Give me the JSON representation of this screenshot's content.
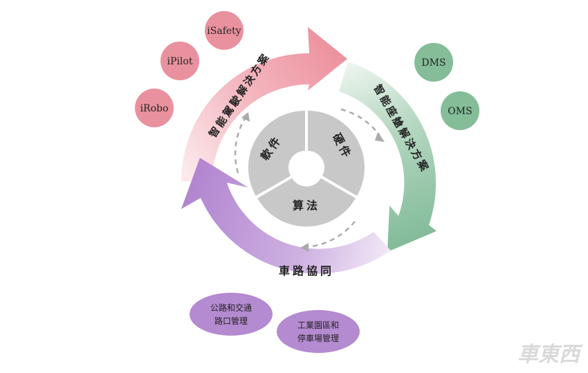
{
  "core": {
    "software": "軟件",
    "hardware": "硬件",
    "algorithm": "算法"
  },
  "arcs": {
    "driving": "智能駕駛解決方案",
    "cockpit": "智能座艙解決方案",
    "v2x": "車路協同"
  },
  "bubbles": {
    "irobo": "iRobo",
    "ipilot": "iPilot",
    "isafety": "iSafety",
    "dms": "DMS",
    "oms": "OMS"
  },
  "pills": {
    "highway_line1": "公路和交通",
    "highway_line2": "路口管理",
    "park_line1": "工業園區和",
    "park_line2": "停車場管理"
  },
  "watermark": "車東西",
  "colors": {
    "pink": "#ea8f9b",
    "green": "#7fb997",
    "purple": "#b48ad0",
    "core_gray": "#c9c9c9"
  }
}
